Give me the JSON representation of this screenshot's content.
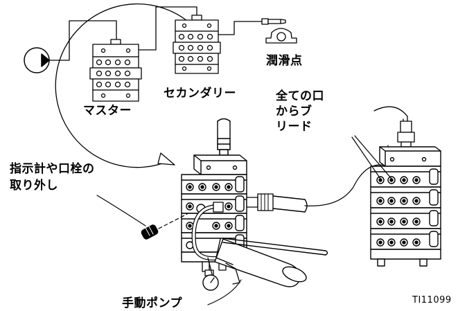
{
  "labels": {
    "master": "マスター",
    "secondary": "セカンダリー",
    "lube_point": "潤滑点",
    "bleed_all_ports": "全ての口\nからブ\nリード",
    "remove_indicator": "指示計や口栓の\n取り外し",
    "hand_pump": "手動ポンプ",
    "figure_id": "TI11099"
  }
}
